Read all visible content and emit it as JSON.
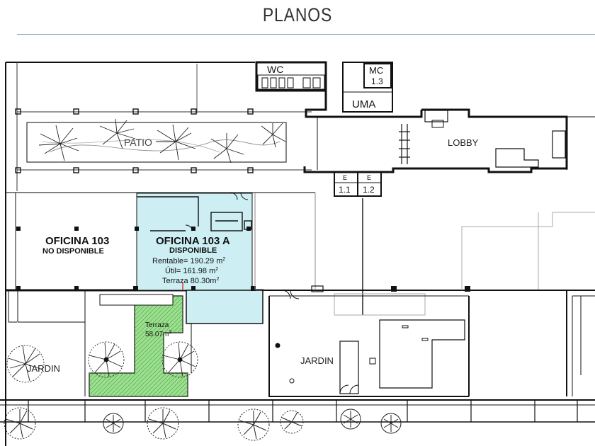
{
  "title": "PLANOS",
  "labels": {
    "wc": "WC",
    "mc": "MC",
    "mc_num": "1.3",
    "uma": "UMA",
    "lobby": "LOBBY",
    "patio": "PATIO",
    "elev_1": "1.1",
    "elev_2": "1.2",
    "e_left": "E",
    "e_right": "E",
    "oficina_103": "OFICINA 103",
    "oficina_103_status": "NO DISPONIBLE",
    "oficina_103a": "OFICINA 103 A",
    "oficina_103a_status": "DISPONIBLE",
    "rentable": "Rentable= 190.29 m",
    "util": "Útil= 161.98 m",
    "terraza_103a": "Terraza 80.30m",
    "sup2": "2",
    "terraza_green": "Terraza",
    "terraza_green_area": "58.07m",
    "jardin_left": "JARDIN",
    "jardin_center": "JARDIN"
  },
  "colors": {
    "available_office": "#cdeff3",
    "terrace_green": "#9be08f",
    "wall": "#111111",
    "title_rule": "#8aa0c0"
  }
}
